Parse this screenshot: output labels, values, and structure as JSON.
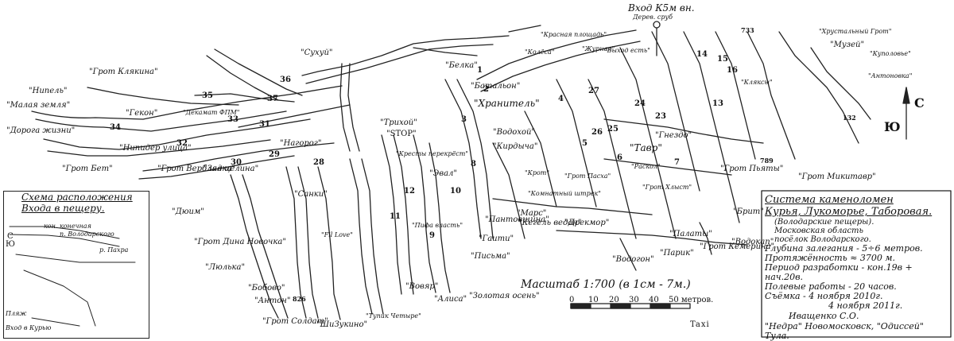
{
  "legend": {
    "title_lines": [
      "Система каменоломен",
      "Курья, Лукоморье, Таборовая."
    ],
    "subtitle_lines": [
      "(Володарские пещеры).",
      "Московская область",
      "посёлок Володарского."
    ],
    "stats": [
      {
        "label": "Глубина залегания",
        "value": "- 5÷6 метров."
      },
      {
        "label": "Протяжённость",
        "value": "≈ 3700 м."
      },
      {
        "label": "Период разработки",
        "value": "- кон.19в + нач.20в."
      },
      {
        "label": "Полевые работы",
        "value": "- 20 часов."
      },
      {
        "label": "Съёмка",
        "value": "- 4 ноября 2010г."
      },
      {
        "label": "",
        "value": "4 ноября 2011г."
      }
    ],
    "author": "Иващенко С.О.",
    "org": "\"Недра\" Новомосковск, \"Одиссей\" Тула."
  },
  "inset": {
    "title_lines": [
      "Схема расположения",
      "Входа в пещеру."
    ],
    "labels": {
      "konechnaya": "кон. конечная",
      "volodarskogo": "п. Володарского",
      "pakhra": "р. Пахра",
      "north_c": "С",
      "south_yu": "Ю",
      "entrance": "Вход в Курью",
      "pakhra_beach": "Пляж"
    }
  },
  "scale": {
    "title": "Масштаб 1:700 (в 1см - 7м.)",
    "ticks": [
      "0",
      "10",
      "20",
      "30",
      "40",
      "50 метров."
    ]
  },
  "compass": {
    "north": "С",
    "south": "Ю"
  },
  "entrance": {
    "title": "Вход К5м вн.",
    "sub": "Дерев. сруб"
  },
  "signature": "Taxi",
  "labels": [
    {
      "text": "\"Нипель\""
    },
    {
      "text": "\"Малая земля\""
    },
    {
      "text": "\"Дорога жизни\""
    },
    {
      "text": "\"Грот Бет\""
    },
    {
      "text": "\"Грот Клякина\""
    },
    {
      "text": "\"Гекон\""
    },
    {
      "text": "\"Нипидер улица\""
    },
    {
      "text": "\"Грот Верблядка\""
    },
    {
      "text": "\"Зал целина\""
    },
    {
      "text": "\"Сухуй\""
    },
    {
      "text": "\"Декамат ФПМ\""
    },
    {
      "text": "\"Нагорог\""
    },
    {
      "text": "\"Дюим\""
    },
    {
      "text": "\"Грот Дина Новочка\""
    },
    {
      "text": "\"Люлька\""
    },
    {
      "text": "\"Бобово\""
    },
    {
      "text": "\"Антон\""
    },
    {
      "text": "\"Грот Солдат\""
    },
    {
      "text": "\"Санки\""
    },
    {
      "text": "\"Fil Love\""
    },
    {
      "text": "\"ШиЗукино\""
    },
    {
      "text": "\"Тупик Четыре\""
    },
    {
      "text": "\"Трихой\""
    },
    {
      "text": "\"STOP\""
    },
    {
      "text": "\"Белка\""
    },
    {
      "text": "\"Батальон\""
    },
    {
      "text": "\"Хранитель\""
    },
    {
      "text": "\"Водохой\""
    },
    {
      "text": "\"Кирдыча\""
    },
    {
      "text": "\"Кресты перекрёст\""
    },
    {
      "text": "\"Эвал\""
    },
    {
      "text": "\"Пифа власть\""
    },
    {
      "text": "\"Алиса\""
    },
    {
      "text": "\"Вовяр\""
    },
    {
      "text": "\"Золотая осень\""
    },
    {
      "text": "\"Письма\""
    },
    {
      "text": "\"Гаити\""
    },
    {
      "text": "\"Пантовщина\""
    },
    {
      "text": "\"Марс\""
    },
    {
      "text": "\"Кегель ведан\""
    },
    {
      "text": "\"Дрекмор\""
    },
    {
      "text": "\"Красная площадь\""
    },
    {
      "text": "\"Колёса\""
    },
    {
      "text": "\"Журнал\""
    },
    {
      "text": "\"Выход есть\""
    },
    {
      "text": "\"Хрустальный Грот\""
    },
    {
      "text": "\"Музей\""
    },
    {
      "text": "\"Куполовье\""
    },
    {
      "text": "\"Антоновка\""
    },
    {
      "text": "\"Кляксы\""
    },
    {
      "text": "\"Гнездо\""
    },
    {
      "text": "\"Тавр\""
    },
    {
      "text": "\"Раскол\""
    },
    {
      "text": "\"Грот Пьяты\""
    },
    {
      "text": "\"Грот Микитавр\""
    },
    {
      "text": "\"Брит\""
    },
    {
      "text": "\"Водокап\""
    },
    {
      "text": "\"Палаты\""
    },
    {
      "text": "\"Парик\""
    },
    {
      "text": "\"Грот Кемерина\""
    },
    {
      "text": "\"Водогон\""
    },
    {
      "text": "\"Грот Хлыст\""
    },
    {
      "text": "\"Крот\""
    },
    {
      "text": "\"Комнатный штрек\""
    },
    {
      "text": "\"Грот Пасха\""
    }
  ],
  "numbers": [
    "1",
    "2",
    "3",
    "4",
    "5",
    "6",
    "7",
    "8",
    "9",
    "10",
    "11",
    "12",
    "13",
    "14",
    "15",
    "16",
    "23",
    "24",
    "25",
    "26",
    "27",
    "28",
    "29",
    "30",
    "31",
    "32",
    "33",
    "34",
    "35",
    "36",
    "37",
    "733",
    "789",
    "826",
    "132"
  ]
}
